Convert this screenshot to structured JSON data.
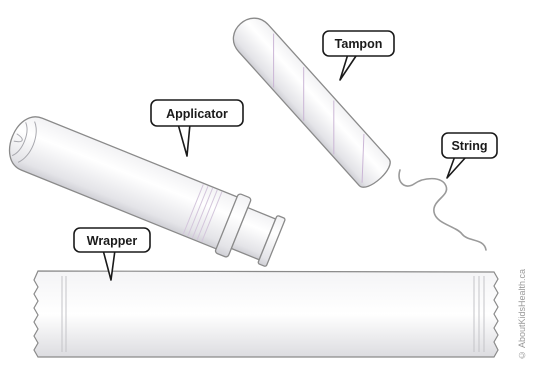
{
  "labels": {
    "tampon": "Tampon",
    "applicator": "Applicator",
    "string": "String",
    "wrapper": "Wrapper"
  },
  "credit": "© AboutKidsHealth.ca",
  "colors": {
    "outline": "#8a8a8a",
    "body_light": "#ffffff",
    "body_shade": "#d9d9de",
    "tampon_stripes": "#cbb6d6",
    "callout_border": "#1a1a1a",
    "callout_fill": "#ffffff"
  }
}
